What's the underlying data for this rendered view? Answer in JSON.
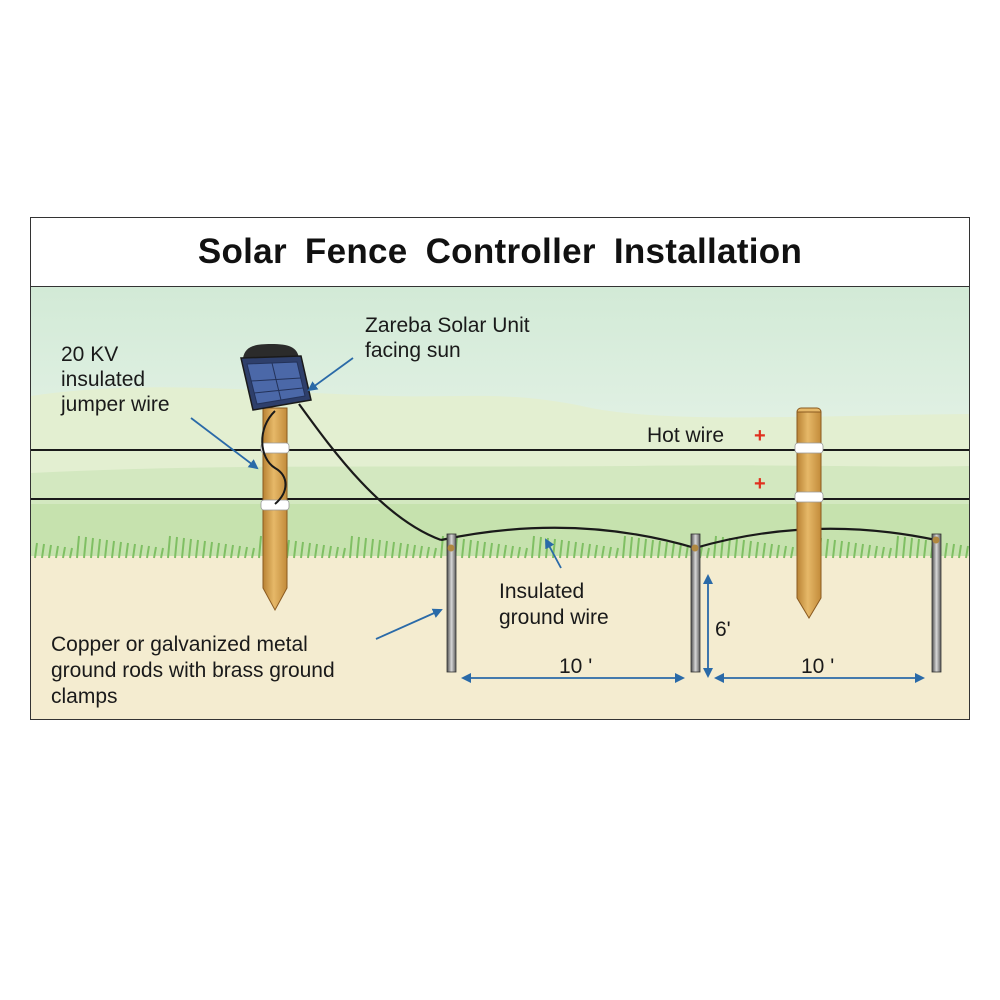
{
  "title": "Solar Fence Controller Installation",
  "labels": {
    "jumper_wire": [
      "20 KV",
      "insulated",
      "jumper wire"
    ],
    "solar_unit": [
      "Zareba Solar Unit",
      "facing sun"
    ],
    "hot_wire": "Hot wire",
    "plus_sign": "+",
    "ground_wire": [
      "Insulated",
      "ground wire"
    ],
    "ground_rods": [
      "Copper or galvanized metal",
      "ground rods with brass ground",
      "clamps"
    ],
    "spacing_1": "10 '",
    "spacing_2": "10 '",
    "rod_depth": "6'"
  },
  "colors": {
    "sky_top": "#d9ecd9",
    "hill": "#e4f0d2",
    "ground": "#f4ecd0",
    "grass": "#8cc870",
    "post": "#d9a550",
    "wire": "#1a1a1a",
    "arrow": "#2a6aa8",
    "plus": "#e0301e"
  },
  "icons": [
    "solar-panel-icon",
    "fence-post-icon",
    "ground-rod-icon"
  ]
}
